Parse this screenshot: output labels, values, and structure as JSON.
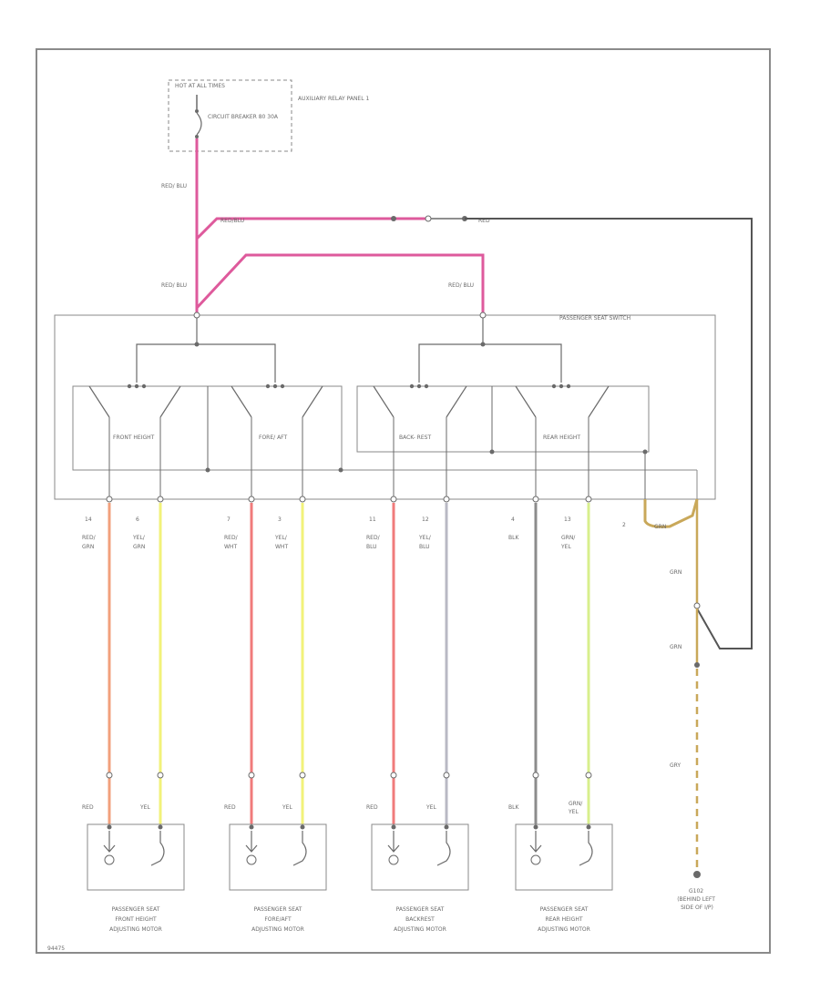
{
  "top": {
    "hot_label": "HOT AT ALL TIMES",
    "breaker_label": "CIRCUIT BREAKER 80 30A",
    "relay_panel_label": "AUXILIARY RELAY PANEL 1"
  },
  "wires": {
    "feed": "RED/ BLU",
    "branch_left": "RED/ BLU",
    "branch_right": "RED/ BLU",
    "horizontal_left": "RED/BLU",
    "horizontal_right": "RED"
  },
  "switch": {
    "title": "PASSENGER SEAT SWITCH",
    "sections": [
      "FRONT HEIGHT",
      "FORE/ AFT",
      "BACK- REST",
      "REAR HEIGHT"
    ]
  },
  "pins": [
    {
      "pin": "14",
      "color": "RED/ GRN"
    },
    {
      "pin": "6",
      "color": "YEL/ GRN"
    },
    {
      "pin": "7",
      "color": "RED/ WHT"
    },
    {
      "pin": "3",
      "color": "YEL/ WHT"
    },
    {
      "pin": "11",
      "color": "RED/ BLU"
    },
    {
      "pin": "12",
      "color": "YEL/ BLU"
    },
    {
      "pin": "4",
      "color": "BLK"
    },
    {
      "pin": "13",
      "color": "GRN/ YEL"
    },
    {
      "pin": "2",
      "color": "GRN"
    }
  ],
  "ground_wires": [
    "GRN",
    "GRN",
    "GRN",
    "GRY"
  ],
  "motors": [
    {
      "left_wire": "RED",
      "right_wire": "YEL",
      "label": "PASSENGER SEAT FRONT HEIGHT ADJUSTING MOTOR"
    },
    {
      "left_wire": "RED",
      "right_wire": "YEL",
      "label": "PASSENGER SEAT FORE/AFT ADJUSTING MOTOR"
    },
    {
      "left_wire": "RED",
      "right_wire": "YEL",
      "label": "PASSENGER SEAT BACKREST ADJUSTING MOTOR"
    },
    {
      "left_wire": "BLK",
      "right_wire": "GRN/ YEL",
      "label": "PASSENGER SEAT REAR HEIGHT ADJUSTING MOTOR"
    }
  ],
  "ground": {
    "label": "G102 (BEHIND LEFT SIDE OF I/P)"
  },
  "footer_id": "94475",
  "colors": {
    "red": "#f07b7b",
    "red_grn": "#f2a07c",
    "yellow": "#f2f27a",
    "pink_feed": "#de5a9c",
    "gray_wire": "#b9b9c4",
    "blk_wire": "#8c8c8c",
    "grn_yel": "#d8ef8c",
    "gold": "#c9a85a",
    "line": "#6a6a6a"
  }
}
